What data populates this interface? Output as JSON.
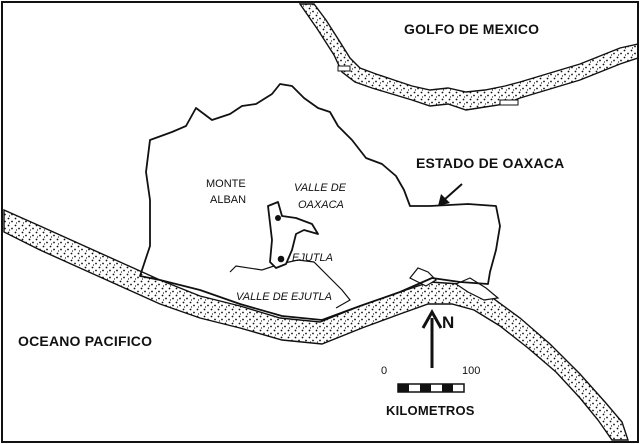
{
  "map": {
    "labels": {
      "gulf": "GOLFO DE MEXICO",
      "state": "ESTADO DE OAXACA",
      "ocean": "OCEANO PACIFICO",
      "monte_alban_line1": "MONTE",
      "monte_alban_line2": "ALBAN",
      "valle_oaxaca_line1": "VALLE DE",
      "valle_oaxaca_line2": "OAXACA",
      "ejutla": "EJUTLA",
      "valle_ejutla": "VALLE DE EJUTLA"
    },
    "north_arrow": {
      "letter": "N"
    },
    "scale_bar": {
      "start": "0",
      "end": "100",
      "unit": "KILOMETROS"
    },
    "colors": {
      "ink": "#111111",
      "paper": "#ffffff"
    }
  }
}
